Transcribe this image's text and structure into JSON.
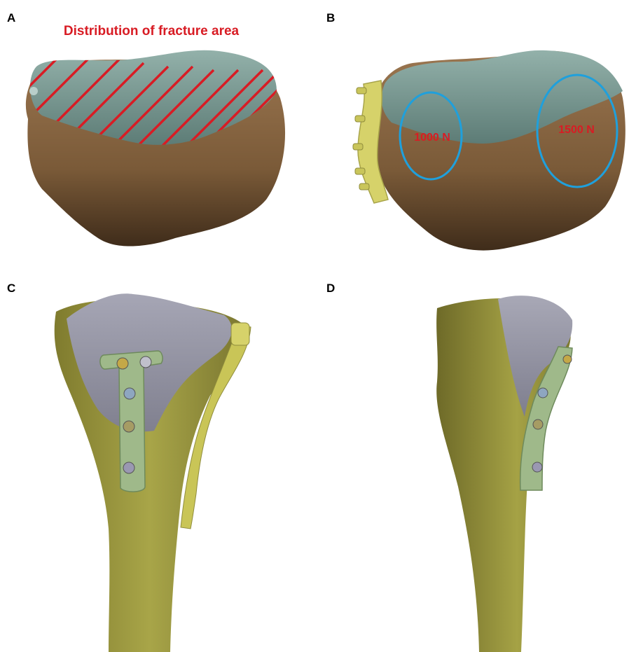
{
  "figure": {
    "panels": [
      {
        "label": "A",
        "title": "Distribution of fracture area"
      },
      {
        "label": "B",
        "loads": [
          "1000 N",
          "1500 N"
        ]
      },
      {
        "label": "C"
      },
      {
        "label": "D"
      }
    ]
  },
  "colors": {
    "bone_cortical": "#8a6a45",
    "bone_dark": "#4a3420",
    "cartilage": "#6f9089",
    "fracture_hatch": "#d81c24",
    "load_circle": "#1fa0dc",
    "load_text": "#d81c24",
    "plate": "#d6d26a",
    "tibia_shaft": "#9d9a3e",
    "fragment": "#8f8f9e",
    "t_plate": "#9fb98a"
  }
}
